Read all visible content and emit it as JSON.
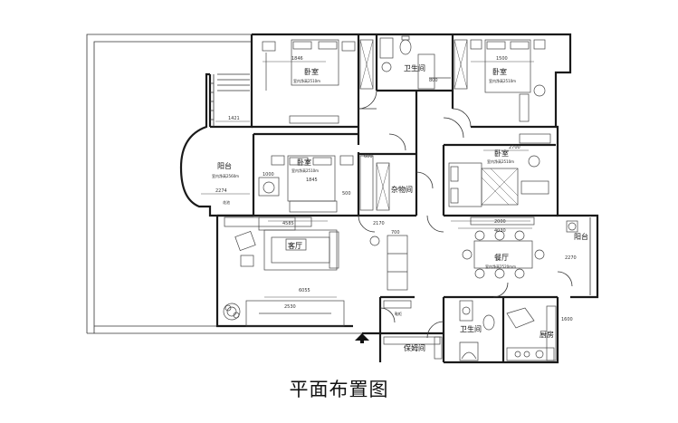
{
  "caption": "平面布置图",
  "rooms": {
    "bedroom_top_left": {
      "name": "卧室",
      "area": "室内净高2510m"
    },
    "bathroom_top": {
      "name": "卫生间"
    },
    "bedroom_top_right": {
      "name": "卧室",
      "area": "室内净高2510m"
    },
    "balcony_left": {
      "name": "阳台",
      "area": "室内净高2560m"
    },
    "bedroom_center": {
      "name": "卧室",
      "area": "室内净高2510m"
    },
    "storage": {
      "name": "杂物间"
    },
    "bedroom_right": {
      "name": "卧室",
      "area": "室内净高2510m"
    },
    "living": {
      "name": "客厅"
    },
    "dining": {
      "name": "餐厅",
      "area": "室内净高2520mm"
    },
    "balcony_right": {
      "name": "阳台"
    },
    "bathroom_bottom": {
      "name": "卫生间"
    },
    "kitchen": {
      "name": "厨房"
    },
    "laundry": {
      "name": "保姆间"
    },
    "shoe_cabinet": {
      "name": "鞋柜"
    },
    "planter": {
      "name": "花池"
    }
  },
  "dimensions": {
    "d1846": "1846",
    "d1500": "1500",
    "d1421": "1421",
    "d2700": "2700",
    "d1000": "1000",
    "d2274": "2274",
    "d1845": "1845",
    "d600": "600",
    "d500": "500",
    "d4585": "4585",
    "d2170": "2170",
    "d700": "700",
    "d4030": "4030",
    "d2000": "2000",
    "d6055": "6055",
    "d2530": "2530",
    "d800": "800",
    "d2270": "2270",
    "d1600": "1600"
  },
  "colors": {
    "wall": "#1a1a1a",
    "background": "#ffffff"
  },
  "icons": [
    "entrance-arrow-icon",
    "plant-icon"
  ]
}
